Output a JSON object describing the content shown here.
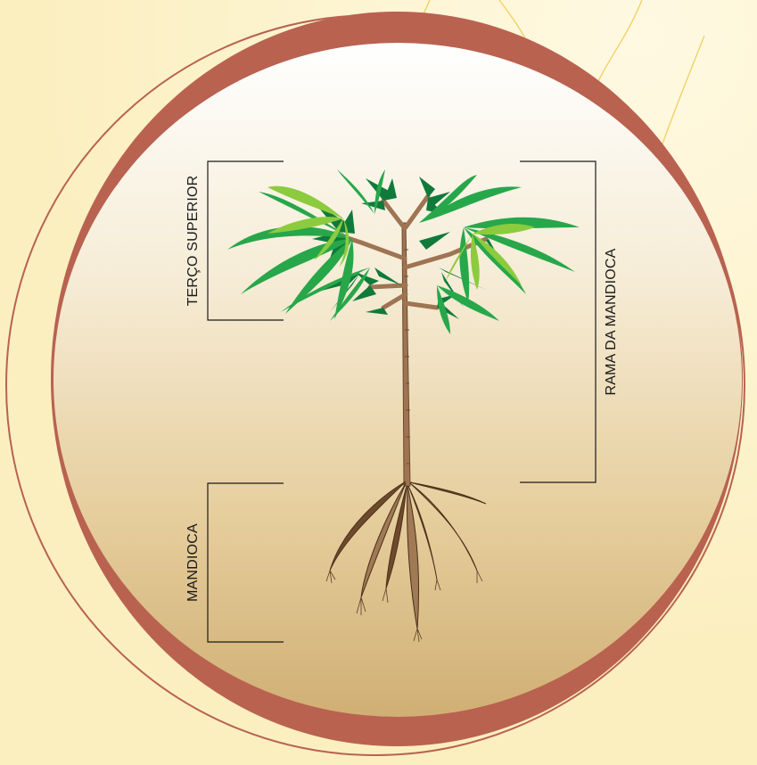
{
  "labels": {
    "terco_superior": "TERÇO SUPERIOR",
    "rama_da_mandioca": "RAMA DA MANDIOCA",
    "mandioca": "MANDIOCA"
  },
  "colors": {
    "background": "#FBEFC0",
    "ring": "#B96250",
    "inner_top": "#FFFFFF",
    "inner_bottom": "#D4B57C",
    "stem": "#9E7453",
    "root_dark": "#6E4A2C",
    "root_light": "#A07A55",
    "leaf_dark": "#0F7A3A",
    "leaf_mid": "#27A74A",
    "leaf_light": "#8CCB3E",
    "bracket": "#1a1a1a"
  },
  "icons": {
    "plant": "cassava-plant-illustration"
  }
}
